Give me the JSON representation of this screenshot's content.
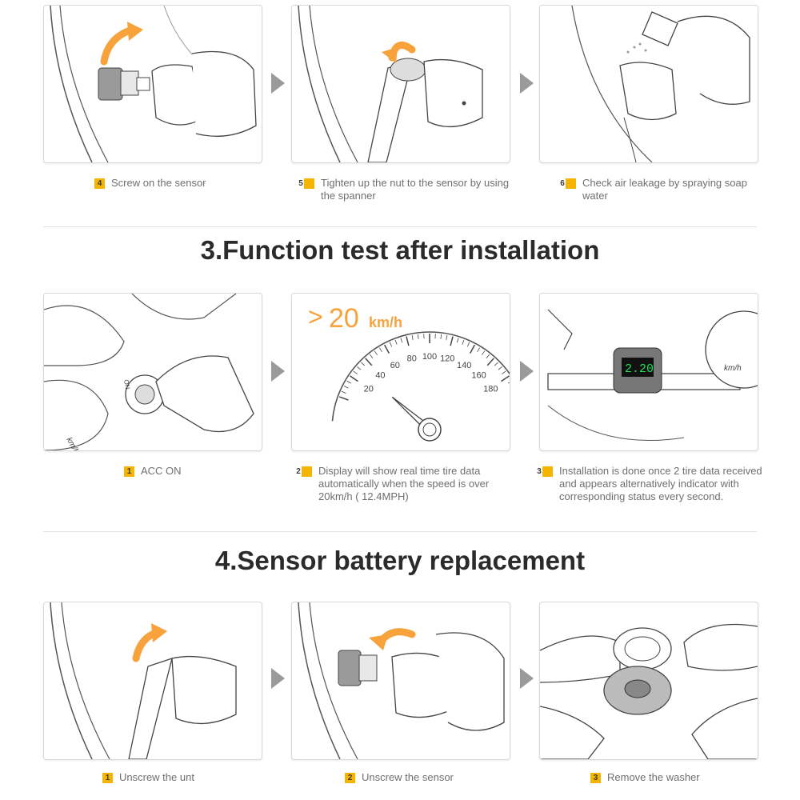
{
  "section_install": {
    "steps": [
      {
        "num": "4",
        "text": "Screw on the sensor"
      },
      {
        "num": "5",
        "text": "Tighten up the nut to the sensor by using the spanner"
      },
      {
        "num": "6",
        "text": "Check air leakage by spraying soap water"
      }
    ]
  },
  "section_function_test": {
    "title": "3.Function test after installation",
    "speedometer": {
      "speed_prefix": ">",
      "speed_value": "20",
      "speed_unit": "km/h",
      "ticks": [
        "20",
        "40",
        "60",
        "80",
        "100",
        "120",
        "140",
        "160",
        "180"
      ],
      "needle_value": 30
    },
    "console": {
      "on_label": "ON",
      "unit_label": "km/h",
      "display_value": "2.20"
    },
    "steps": [
      {
        "num": "1",
        "text": "ACC ON"
      },
      {
        "num": "2",
        "text": "Display will show real time tire data automatically when the speed is over 20km/h ( 12.4MPH)"
      },
      {
        "num": "3",
        "text": "Installation is done once 2 tire data received and appears alternatively indicator with corresponding status every second."
      }
    ]
  },
  "section_battery": {
    "title": "4.Sensor battery replacement",
    "steps": [
      {
        "num": "1",
        "text": "Unscrew the unt"
      },
      {
        "num": "2",
        "text": "Unscrew the sensor"
      },
      {
        "num": "3",
        "text": "Remove the washer"
      }
    ]
  },
  "colors": {
    "accent_orange": "#f7a23b",
    "badge_yellow": "#f4b400",
    "display_green": "#22dd55"
  }
}
